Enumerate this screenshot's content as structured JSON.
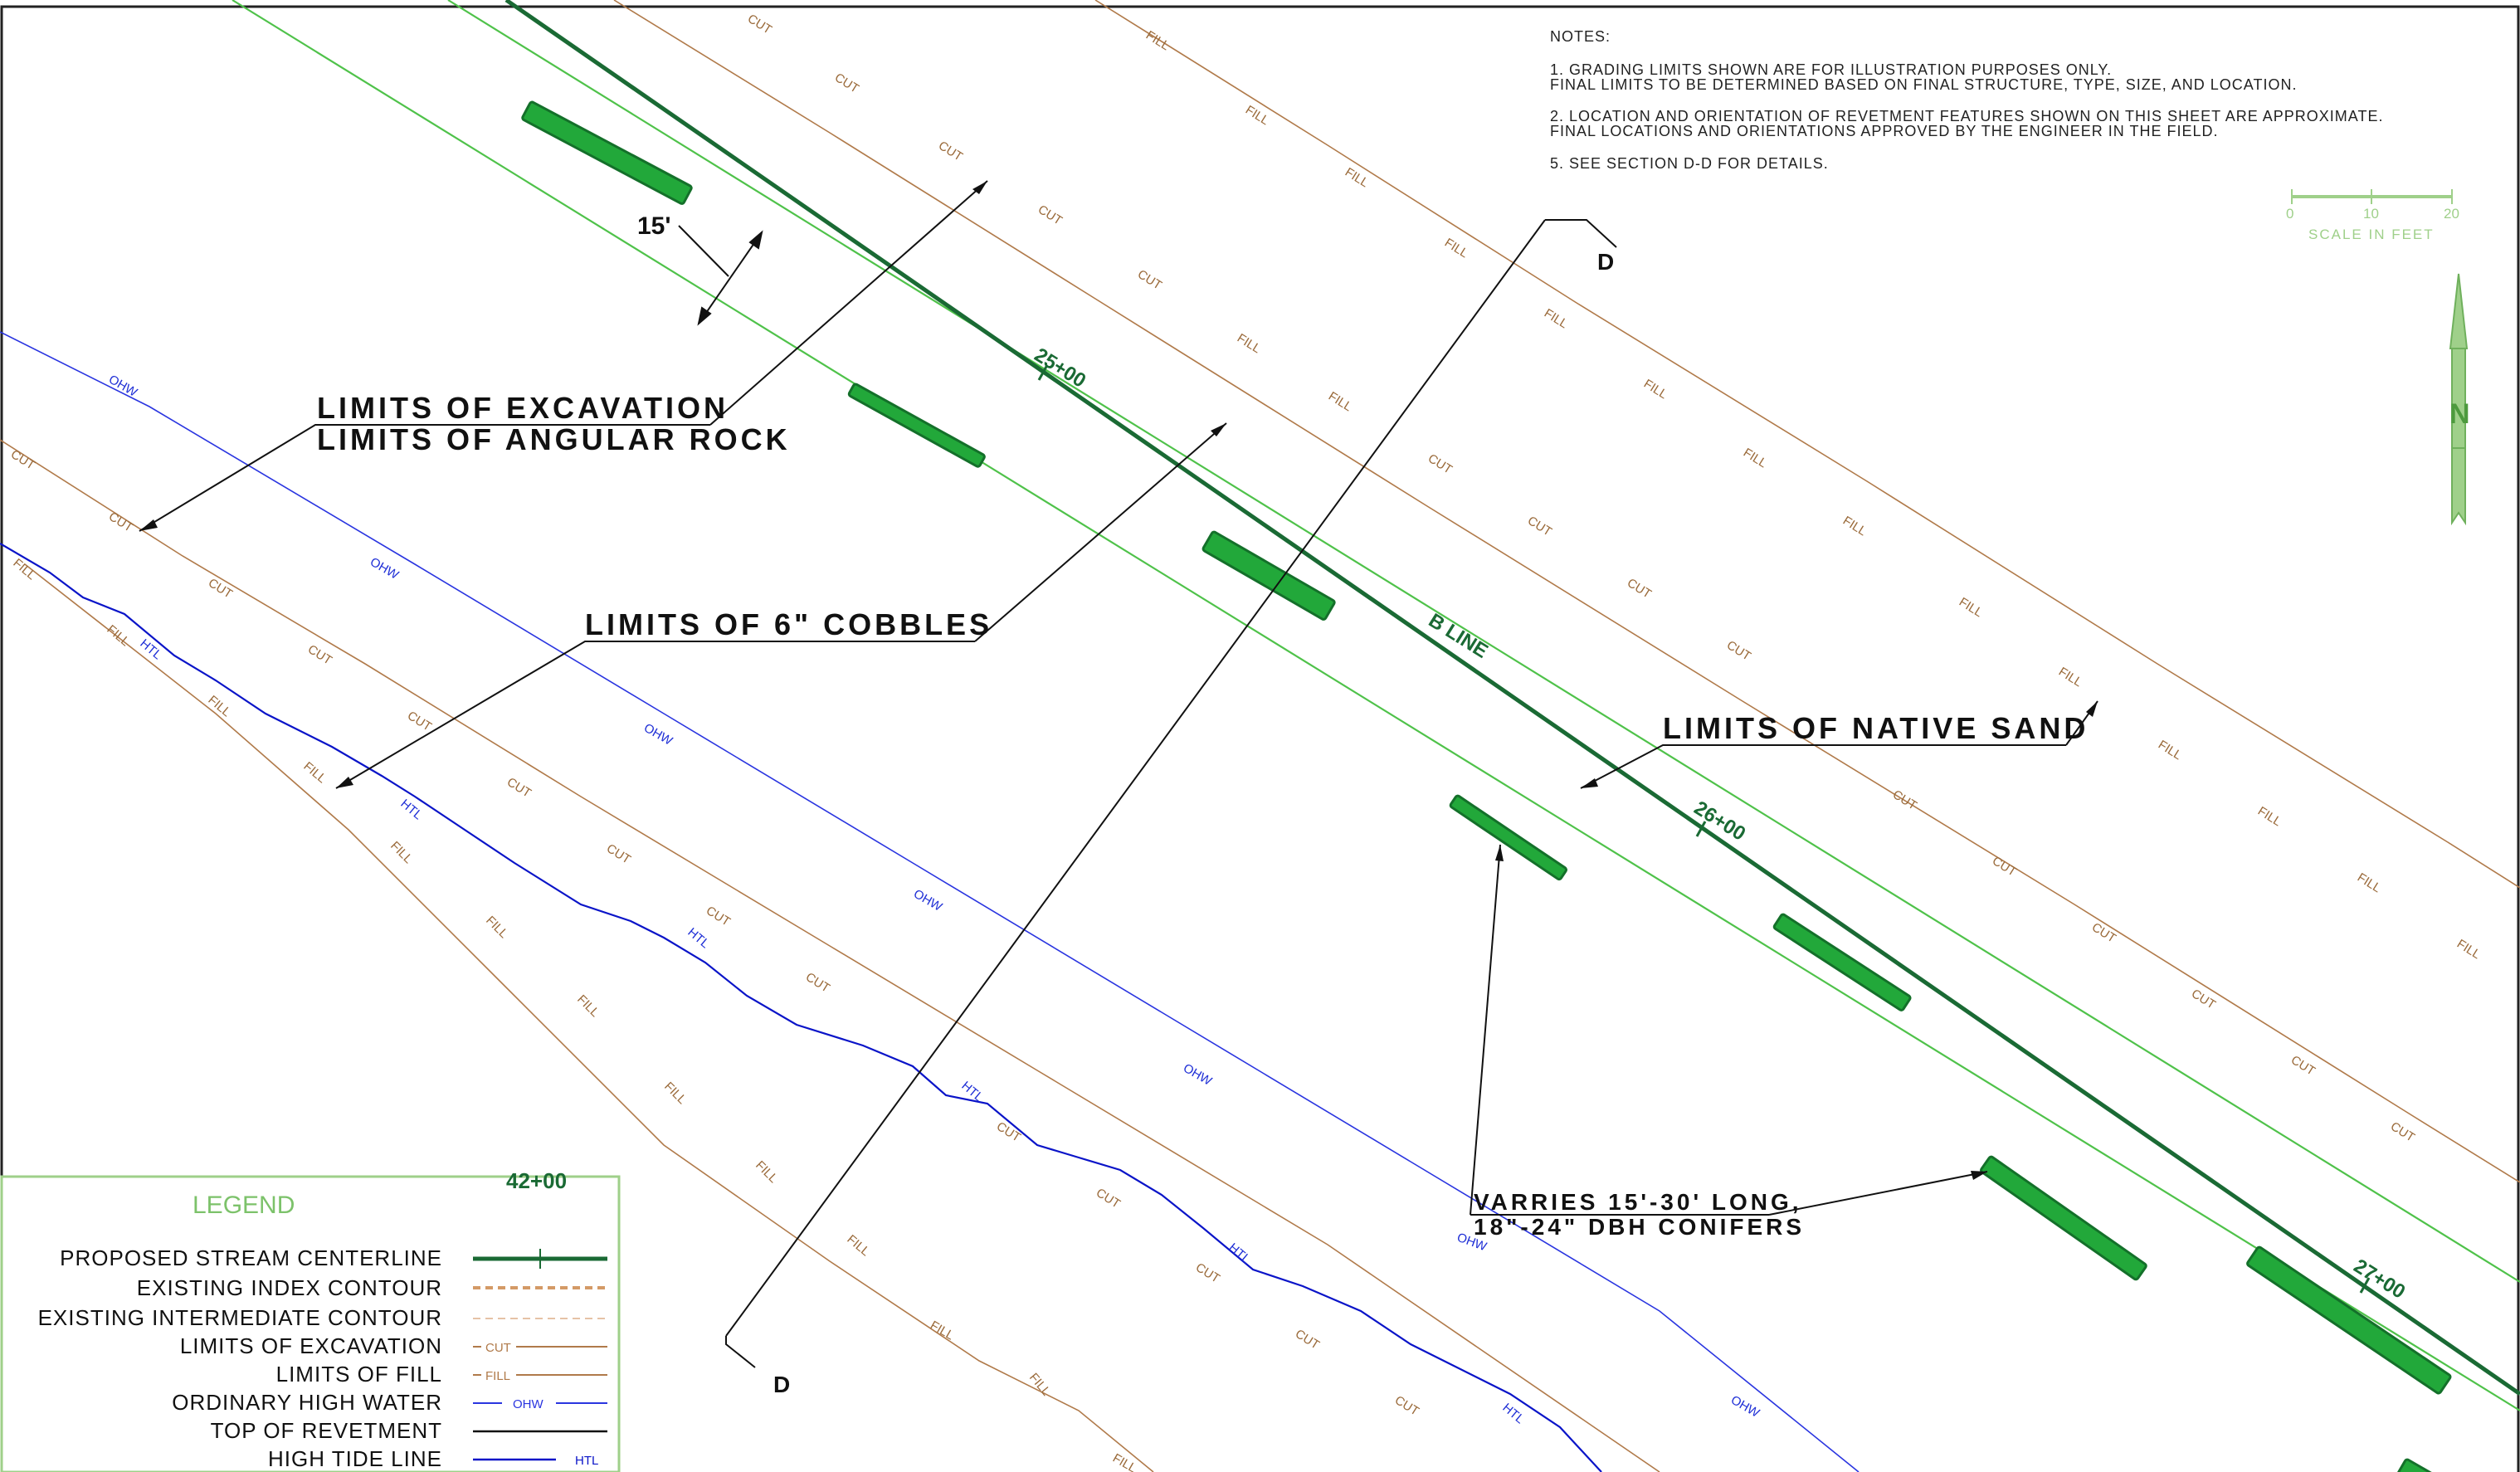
{
  "notes": {
    "heading": "NOTES:",
    "lines": [
      "1. GRADING  LIMITS  SHOWN  ARE  FOR  ILLUSTRATION  PURPOSES  ONLY.",
      "FINAL  LIMITS  TO  BE  DETERMINED  BASED  ON  FINAL  STRUCTURE, TYPE, SIZE, AND  LOCATION.",
      "2. LOCATION  AND  ORIENTATION  OF  REVETMENT  FEATURES  SHOWN  ON  THIS  SHEET  ARE  APPROXIMATE.",
      "FINAL  LOCATIONS  AND  ORIENTATIONS  APPROVED  BY  THE  ENGINEER  IN  THE  FIELD.",
      "5. SEE  SECTION  D-D  FOR  DETAILS."
    ]
  },
  "scale": {
    "ticks": [
      "0",
      "10",
      "20"
    ],
    "caption": "SCALE  IN  FEET"
  },
  "north_arrow": {
    "letter": "N"
  },
  "callouts": {
    "excavation": "LIMITS  OF  EXCAVATION",
    "angular_rock": "LIMITS  OF  ANGULAR  ROCK",
    "cobbles": "LIMITS  OF  6\"  COBBLES",
    "native_sand": "LIMITS  OF  NATIVE  SAND",
    "varries_1": "VARRIES  15'-30' LONG,",
    "varries_2": "18\"-24\"  DBH  CONIFERS",
    "dimension": "15'"
  },
  "section": {
    "top": "D",
    "bottom": "D"
  },
  "stations": [
    "25+00",
    "26+00",
    "27+00"
  ],
  "b_line": "B  LINE",
  "line_labels": {
    "cut": "CUT",
    "fill": "FILL",
    "ohw": "OHW",
    "htl": "HTL"
  },
  "legend": {
    "title": "LEGEND",
    "sample_station": "42+00",
    "items": [
      {
        "label": "PROPOSED  STREAM  CENTERLINE",
        "swatch": "centerline"
      },
      {
        "label": "EXISTING  INDEX  CONTOUR",
        "swatch": "index"
      },
      {
        "label": "EXISTING  INTERMEDIATE  CONTOUR",
        "swatch": "intermediate"
      },
      {
        "label": "LIMITS  OF  EXCAVATION",
        "swatch": "cut",
        "tag": "CUT"
      },
      {
        "label": "LIMITS  OF  FILL",
        "swatch": "fill",
        "tag": "FILL"
      },
      {
        "label": "ORDINARY  HIGH  WATER",
        "swatch": "ohw",
        "tag": "OHW"
      },
      {
        "label": "TOP  OF  REVETMENT",
        "swatch": "top"
      },
      {
        "label": "HIGH  TIDE  LINE",
        "swatch": "htl",
        "tag": "HTL"
      }
    ]
  },
  "colors": {
    "centerline": "#1a6a34",
    "limit_green": "#4fc24a",
    "log_fill": "#22a83a",
    "cut_fill": "#b07a4a",
    "ohw": "#2a35e0",
    "htl": "#0a14c8",
    "legend_title": "#7cc26a",
    "scale": "#9fd08a"
  }
}
